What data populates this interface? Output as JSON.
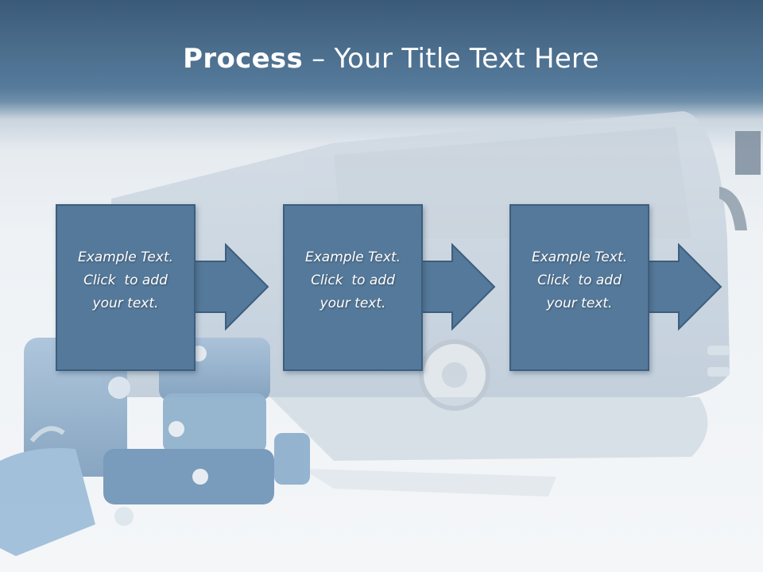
{
  "title": {
    "bold": "Process",
    "rest": " – Your Title Text Here"
  },
  "steps": [
    {
      "line1": "Example Text.",
      "line2": "Click  to add",
      "line3": "your text."
    },
    {
      "line1": "Example Text.",
      "line2": "Click  to add",
      "line3": "your text."
    },
    {
      "line1": "Example Text.",
      "line2": "Click  to add",
      "line3": "your text."
    }
  ],
  "colors": {
    "header": "#4b6d8c",
    "box_fill": "#55799a",
    "box_border": "#3d5e7d",
    "text": "#ffffff"
  },
  "icons": [
    "bus-image",
    "luggage-image",
    "right-arrow-icon"
  ]
}
